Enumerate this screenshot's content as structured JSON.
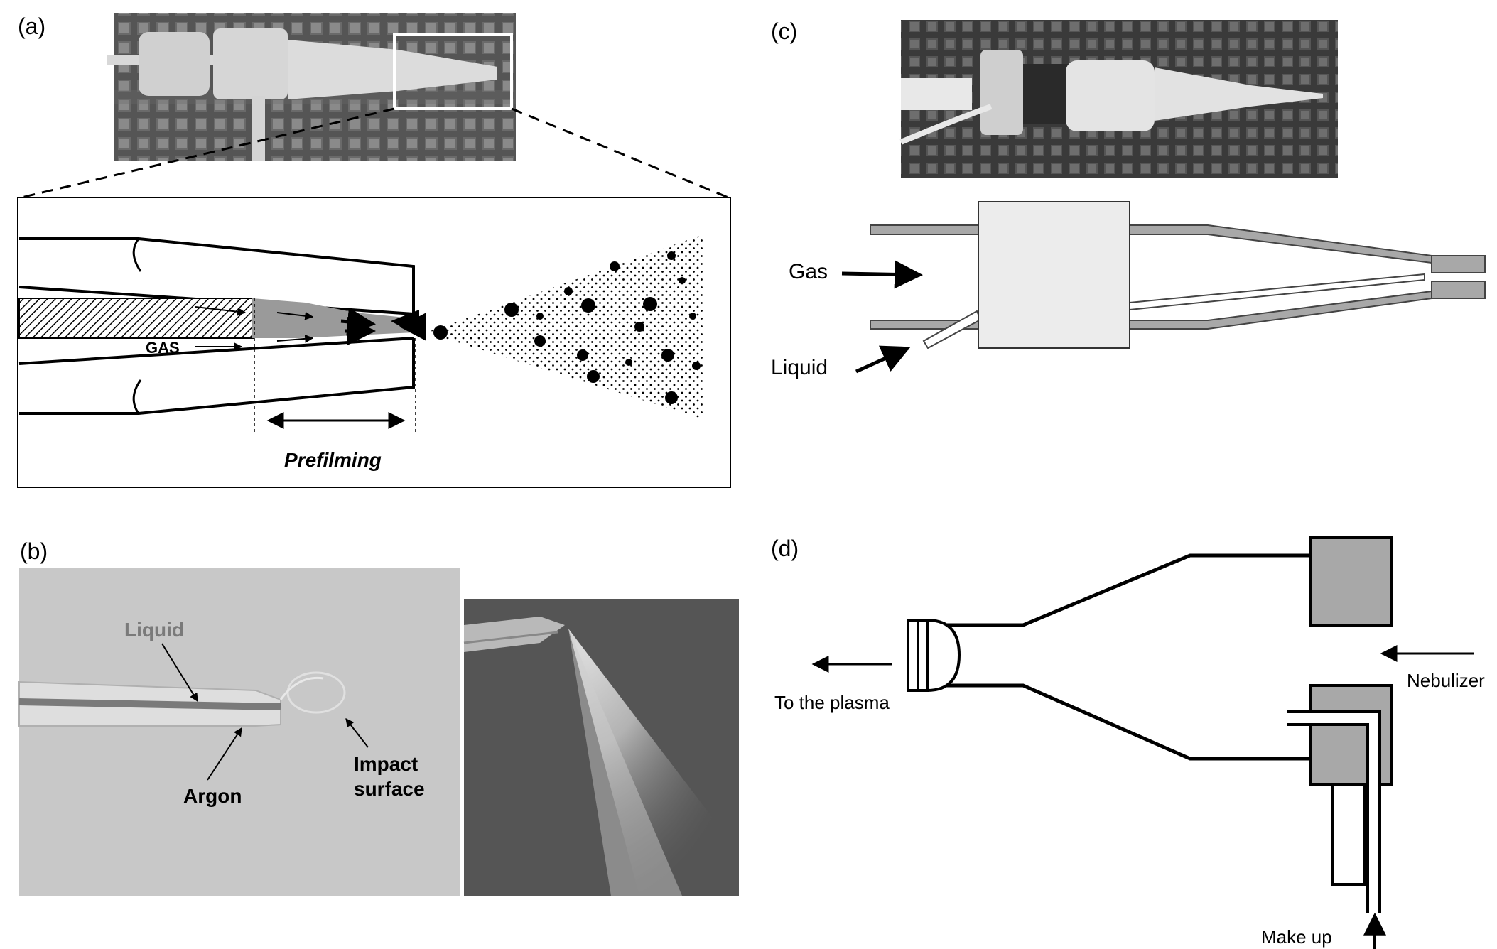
{
  "panels": {
    "a": {
      "letter": "(a)",
      "gas_label": "GAS",
      "prefilming_label": "Prefilming"
    },
    "b": {
      "letter": "(b)",
      "liquid_label": "Liquid",
      "argon_label": "Argon",
      "impact_label_line1": "Impact",
      "impact_label_line2": "surface"
    },
    "c": {
      "letter": "(c)",
      "gas_label": "Gas",
      "liquid_label": "Liquid"
    },
    "d": {
      "letter": "(d)",
      "plasma_label": "To the plasma",
      "nebulizer_label": "Nebulizer",
      "makeup_label": "Make up"
    }
  }
}
